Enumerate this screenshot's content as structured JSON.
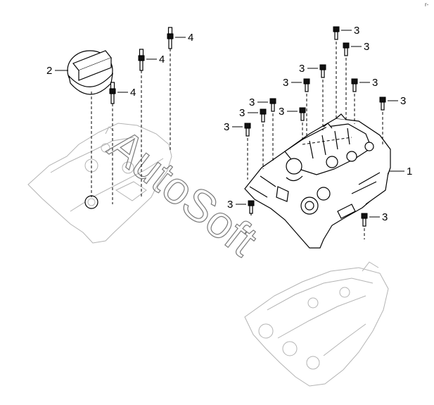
{
  "watermark": "AutoSoft",
  "corner_mark": "r-",
  "callouts": {
    "cover_assembly": "1",
    "filler_cap": "2",
    "bolt_short": "3",
    "stud_bolt": "4"
  },
  "colors": {
    "ink": "#000000",
    "ghost_outline": "#b3b3b3",
    "watermark": "#7a7a7a"
  }
}
